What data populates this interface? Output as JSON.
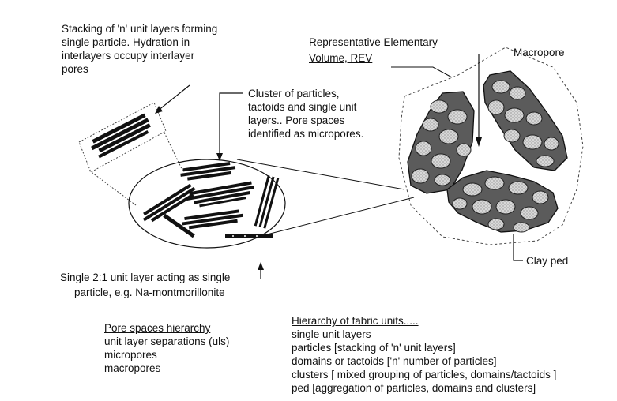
{
  "labels": {
    "stacking": [
      "Stacking of 'n' unit layers forming",
      "single particle. Hydration in",
      "interlayers occupy interlayer",
      "pores"
    ],
    "cluster": [
      "Cluster of particles,",
      "tactoids and single unit",
      "layers.. Pore spaces",
      "identified as micropores."
    ],
    "rev": [
      "Representative Elementary",
      "Volume,  REV"
    ],
    "macropore": "Macropore",
    "clay_ped": "Clay ped",
    "single_layer": [
      "Single 2:1 unit layer acting as single",
      "particle, e.g. Na-montmorillonite"
    ]
  },
  "pore_hierarchy": {
    "title": "Pore spaces hierarchy",
    "items": [
      "unit layer separations (uls)",
      "micropores",
      "macropores"
    ]
  },
  "fabric_hierarchy": {
    "title": "Hierarchy of fabric units.....",
    "items": [
      "single unit layers",
      "particles [stacking of 'n' unit layers]",
      "domains or tactoids ['n' number of particles]",
      "clusters [ mixed grouping of particles, domains/tactoids ]",
      "ped [aggregation of particles, domains and clusters]"
    ]
  }
}
